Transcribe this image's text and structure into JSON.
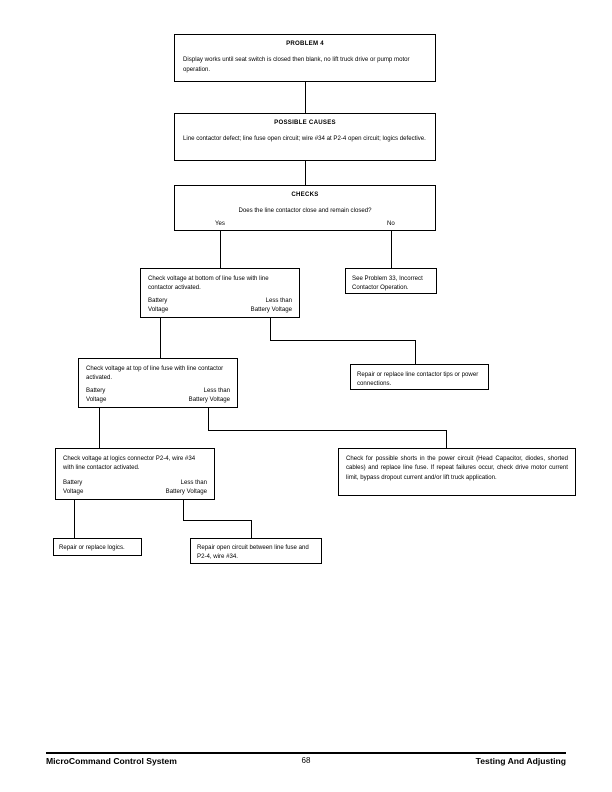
{
  "page": {
    "number": "68",
    "footer_left": "MicroCommand Control System",
    "footer_right": "Testing And Adjusting"
  },
  "flowchart": {
    "problem": {
      "heading": "PROBLEM 4",
      "body": "Display works until seat switch is closed then blank, no lift truck drive or pump motor operation."
    },
    "possible_causes": {
      "heading": "POSSIBLE CAUSES",
      "body": "Line contactor defect; line fuse open circuit; wire #34 at P2-4 open circuit; logics defective."
    },
    "checks": {
      "heading": "CHECKS",
      "body": "Does the line contactor close and remain closed?",
      "yes_label": "Yes",
      "no_label": "No"
    },
    "check_bottom_fuse": {
      "body": "Check voltage at bottom of line fuse with line contactor activated.",
      "left_label": "Battery\nVoltage",
      "right_label": "Less than\nBattery Voltage"
    },
    "see_problem_33": {
      "body": "See Problem 33, Incorrect Contactor Operation."
    },
    "check_top_fuse": {
      "body": "Check voltage at top of line fuse with line contactor activated.",
      "left_label": "Battery\nVoltage",
      "right_label": "Less than\nBattery Voltage"
    },
    "repair_contactor_tips": {
      "body": "Repair or replace line contactor tips or power connections."
    },
    "check_logics_connector": {
      "body": "Check voltage at logics connector P2-4, wire #34 with line contactor activated.",
      "left_label": "Battery\nVoltage",
      "right_label": "Less than\nBattery Voltage"
    },
    "check_shorts": {
      "body": "Check for possible shorts in the power circuit (Head Capacitor, diodes, shorted cables) and replace line fuse. If repeat failures occur, check drive motor current limit, bypass dropout current and/or lift truck application."
    },
    "repair_logics": {
      "body": "Repair or replace logics."
    },
    "repair_open_circuit": {
      "body": "Repair open circuit between line fuse and P2-4, wire #34."
    }
  }
}
